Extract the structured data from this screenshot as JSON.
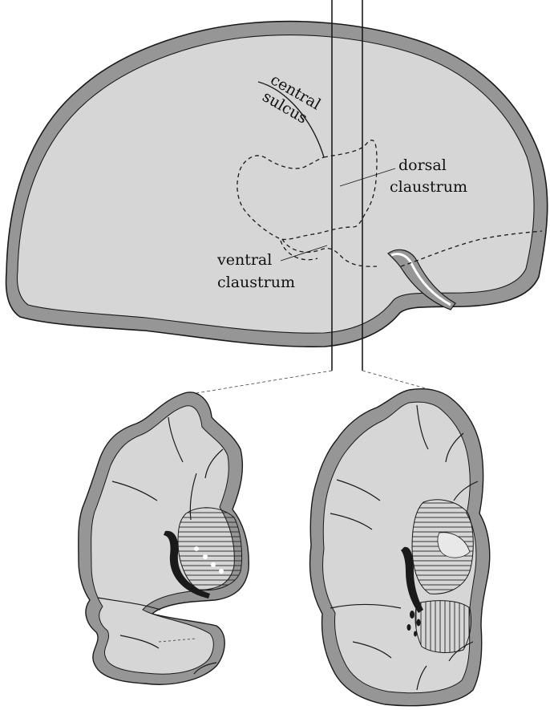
{
  "labels": {
    "central": "central",
    "sulcus": "sulcus",
    "dorsal": "dorsal",
    "dorsal_claustrum": "claustrum",
    "ventral": "ventral",
    "ventral_claustrum": "claustrum"
  },
  "colors": {
    "white_matter": "#d6d6d6",
    "gray_matter": "#969696",
    "outline": "#1a1a1a",
    "claustrum": "#1a1a1a",
    "background": "#ffffff"
  }
}
